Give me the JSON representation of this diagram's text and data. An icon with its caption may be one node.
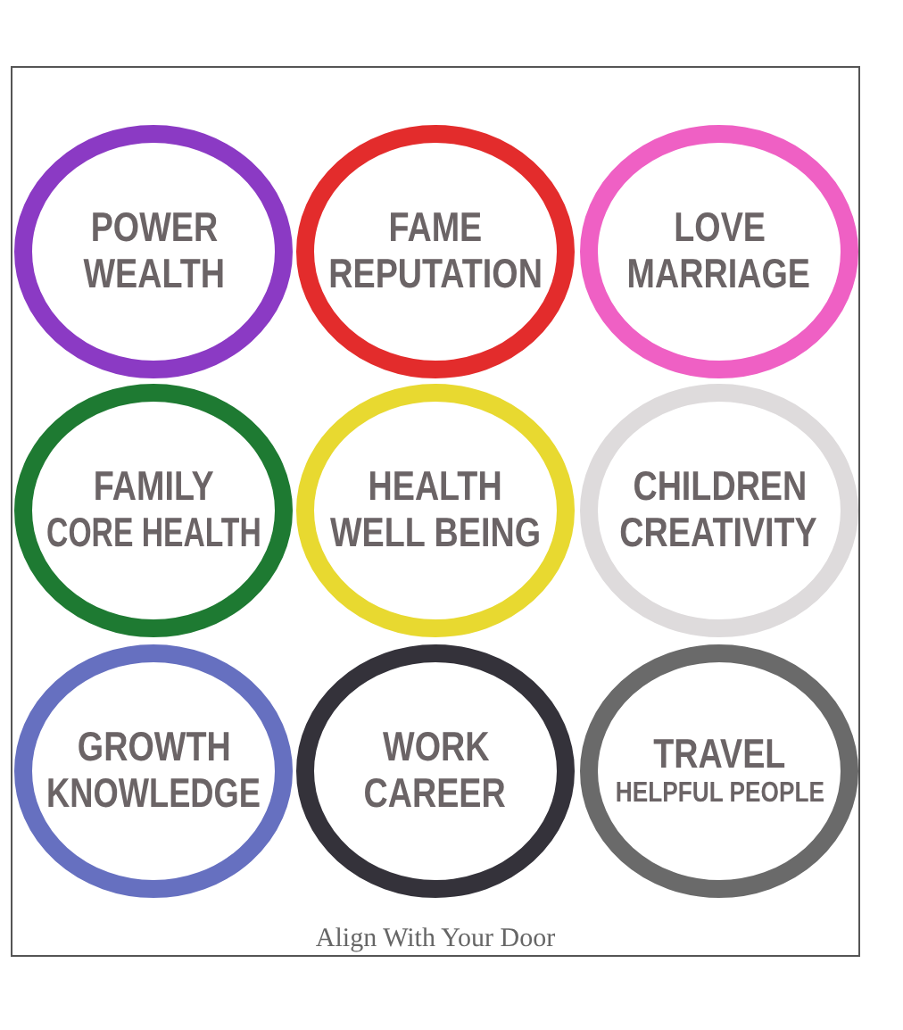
{
  "diagram": {
    "caption": "Align With Your Door",
    "nodes": [
      {
        "text": [
          "POWER",
          "WEALTH"
        ]
      },
      {
        "text": [
          "FAME",
          "REPUTATION"
        ]
      },
      {
        "text": [
          "LOVE",
          "MARRIAGE"
        ]
      },
      {
        "text": [
          "FAMILY",
          "CORE HEALTH"
        ]
      },
      {
        "text": [
          "HEALTH",
          "WELL BEING"
        ]
      },
      {
        "text": [
          "CHILDREN",
          "CREATIVITY"
        ]
      },
      {
        "text": [
          "GROWTH",
          "KNOWLEDGE"
        ]
      },
      {
        "text": [
          "WORK",
          "CAREER"
        ]
      },
      {
        "text": [
          "TRAVEL",
          "HELPFUL PEOPLE"
        ]
      }
    ]
  }
}
